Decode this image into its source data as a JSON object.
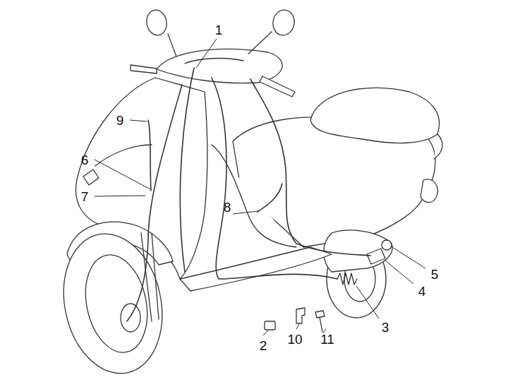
{
  "diagram": {
    "labels": [
      "1",
      "9",
      "6",
      "7",
      "8",
      "5",
      "4",
      "3",
      "2",
      "10",
      "11"
    ]
  }
}
